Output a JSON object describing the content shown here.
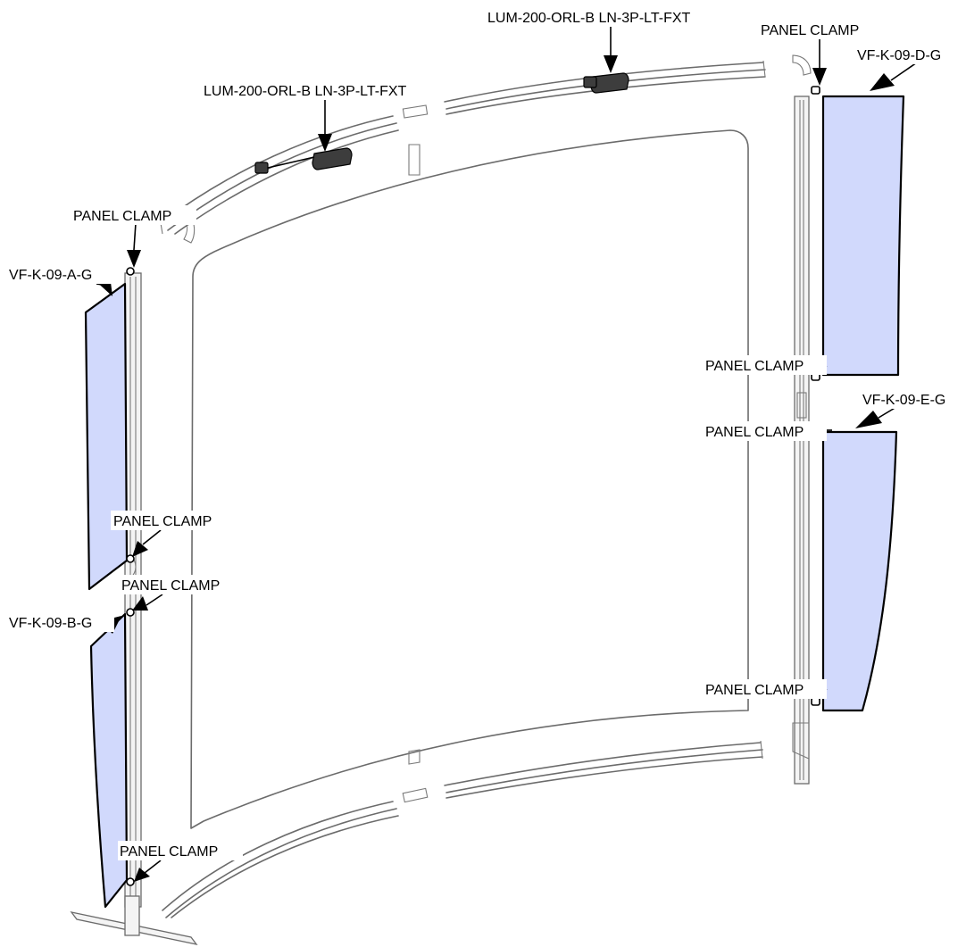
{
  "colors": {
    "panel_fill": "#d1d9fc",
    "panel_stroke": "#000000",
    "frame_stroke": "#6b6b6b",
    "light_fixture": "#3d3d3d"
  },
  "callouts": {
    "light_left": "LUM-200-ORL-B LN-3P-LT-FXT",
    "light_top": "LUM-200-ORL-B LN-3P-LT-FXT",
    "clamp_top_right": "PANEL CLAMP",
    "clamp_top_left": "PANEL CLAMP",
    "clamp_left_mid_upper": "PANEL CLAMP",
    "clamp_left_mid_lower": "PANEL CLAMP",
    "clamp_left_bottom": "PANEL CLAMP",
    "clamp_right_upper": "PANEL CLAMP",
    "clamp_right_middle": "PANEL CLAMP",
    "clamp_right_lower": "PANEL CLAMP",
    "panel_a": "VF-K-09-A-G",
    "panel_b": "VF-K-09-B-G",
    "panel_d": "VF-K-09-D-G",
    "panel_e": "VF-K-09-E-G"
  }
}
